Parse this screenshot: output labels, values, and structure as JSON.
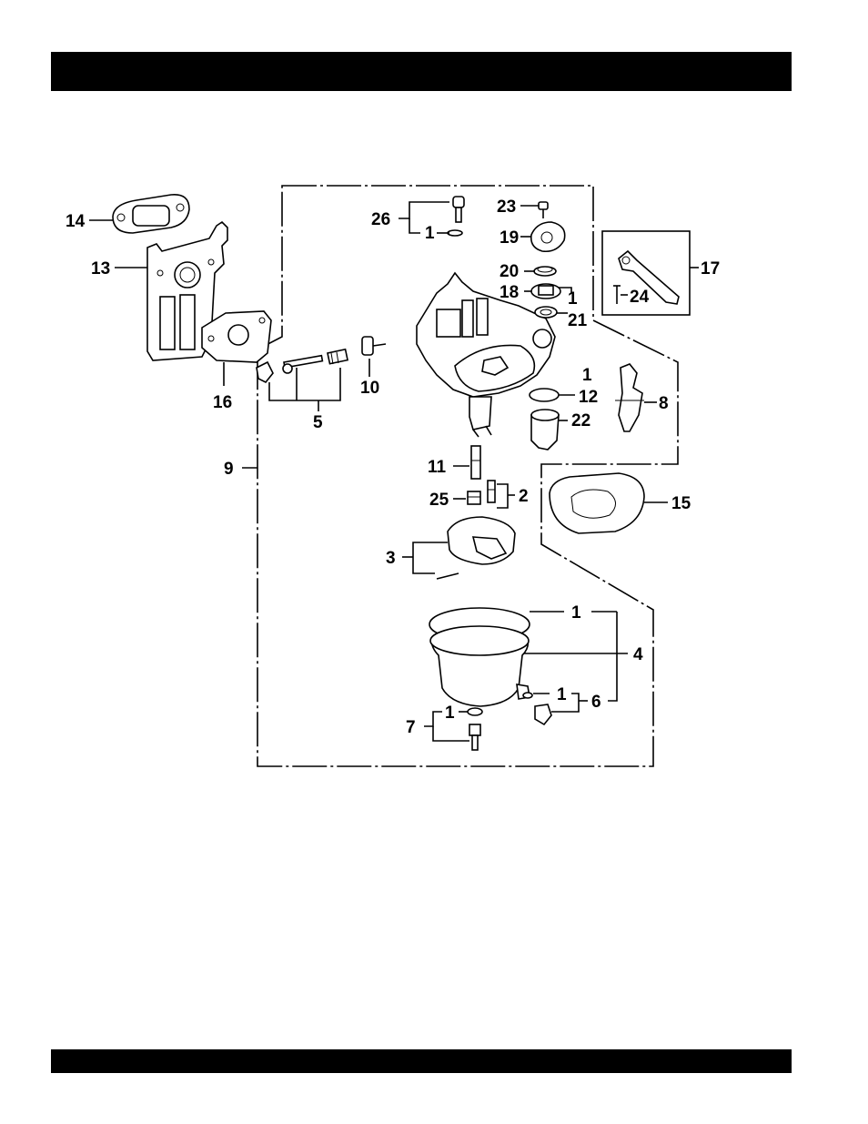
{
  "header_bar_color": "#000000",
  "footer_bar_color": "#000000",
  "diagram": {
    "callouts": {
      "c26": "26",
      "c1_top": "1",
      "c23": "23",
      "c19": "19",
      "c20": "20",
      "c18": "18",
      "c1_18": "1",
      "c21": "21",
      "c14": "14",
      "c13": "13",
      "c16": "16",
      "c5": "5",
      "c10": "10",
      "c17": "17",
      "c24": "24",
      "c1_12": "1",
      "c12": "12",
      "c22": "22",
      "c8": "8",
      "c9": "9",
      "c11": "11",
      "c25": "25",
      "c2": "2",
      "c15": "15",
      "c3": "3",
      "c1_bowl": "1",
      "c4": "4",
      "c1_drain": "1",
      "c6": "6",
      "c1_bolt": "1",
      "c7": "7"
    }
  }
}
